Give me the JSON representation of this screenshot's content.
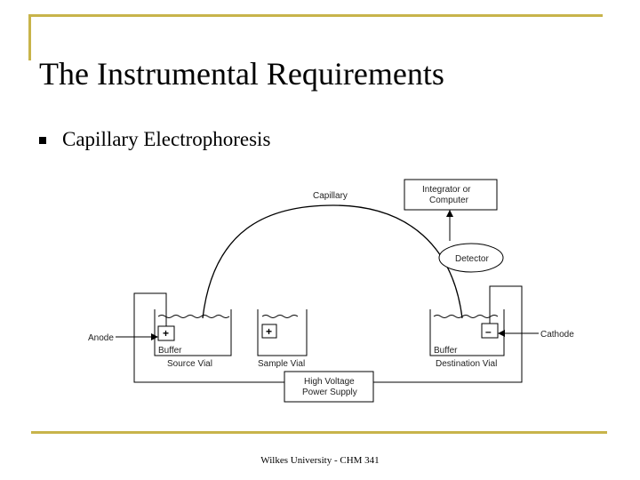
{
  "slide": {
    "title": "The Instrumental Requirements",
    "bullet": "Capillary Electrophoresis",
    "footer": "Wilkes University - CHM 341"
  },
  "diagram": {
    "capillary": "Capillary",
    "integrator": [
      "Integrator or",
      "Computer"
    ],
    "detector": "Detector",
    "anode": "Anode",
    "cathode": "Cathode",
    "buffer_left": "Buffer",
    "buffer_right": "Buffer",
    "source_vial": "Source Vial",
    "sample_vial": "Sample Vial",
    "destination_vial": "Destination Vial",
    "power_supply": [
      "High Voltage",
      "Power Supply"
    ],
    "plus": "+",
    "minus": "–"
  },
  "colors": {
    "accent": "#c8b44a"
  }
}
